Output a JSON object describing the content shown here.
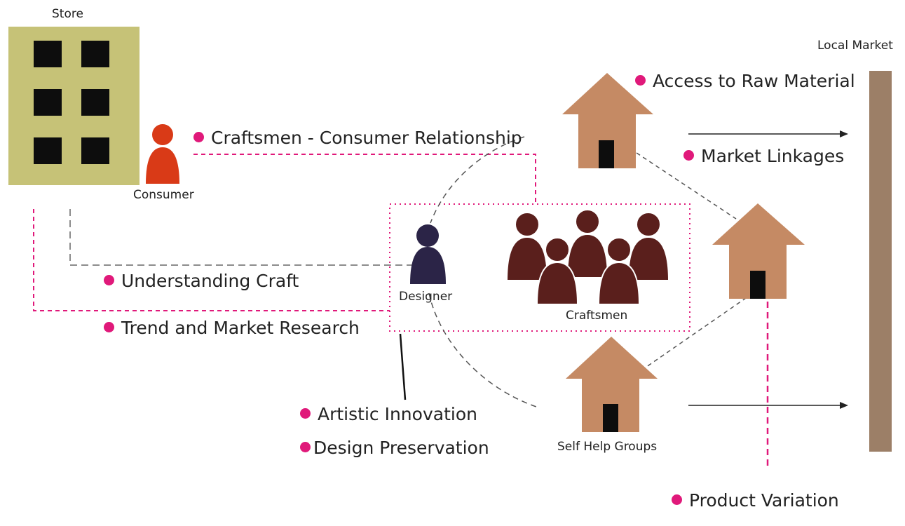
{
  "colors": {
    "accent": "#e0197a",
    "store": "#c6c277",
    "window": "#0d0d0d",
    "consumer": "#d93a17",
    "designer": "#2b2447",
    "craftsmen": "#5a1f1c",
    "house": "#c58a64",
    "market_bar": "#9c7f67"
  },
  "labels": {
    "store": "Store",
    "consumer": "Consumer",
    "designer": "Designer",
    "craftsmen": "Craftsmen",
    "self_help_groups": "Self Help Groups",
    "local_market": "Local Market"
  },
  "bullets": {
    "craftsmen_consumer": "Craftsmen - Consumer Relationship",
    "access_raw_material": "Access to Raw Material",
    "market_linkages": "Market Linkages",
    "understanding_craft": "Understanding Craft",
    "trend_market_research": "Trend and Market Research",
    "artistic_innovation": "Artistic Innovation",
    "design_preservation": "Design Preservation",
    "product_variation": "Product Variation"
  }
}
